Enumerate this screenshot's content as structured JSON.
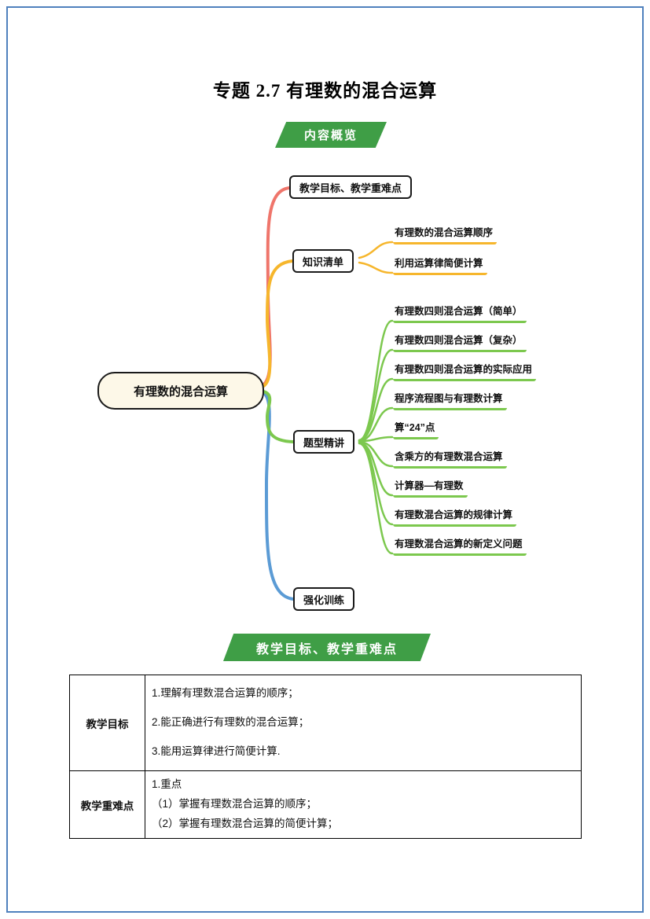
{
  "page": {
    "title": "专题 2.7 有理数的混合运算"
  },
  "colors": {
    "page_border": "#4f81bd",
    "banner_green": "#3f9e46",
    "node_fill": "#fdf8e8"
  },
  "banners": {
    "overview": "内容概览",
    "objectives": "教学目标、教学重难点"
  },
  "mindmap": {
    "root": "有理数的混合运算",
    "branches": [
      {
        "label": "教学目标、教学重难点",
        "color": "#ef756b",
        "children": []
      },
      {
        "label": "知识清单",
        "color": "#f6b62c",
        "children": [
          "有理数的混合运算顺序",
          "利用运算律简便计算"
        ]
      },
      {
        "label": "题型精讲",
        "color": "#7cc84e",
        "children": [
          "有理数四则混合运算（简单）",
          "有理数四则混合运算（复杂）",
          "有理数四则混合运算的实际应用",
          "程序流程图与有理数计算",
          "算“24”点",
          "含乘方的有理数混合运算",
          "计算器—有理数",
          "有理数混合运算的规律计算",
          "有理数混合运算的新定义问题"
        ]
      },
      {
        "label": "强化训练",
        "color": "#5b9bd5",
        "children": []
      }
    ]
  },
  "table": {
    "rows": [
      {
        "header": "教学目标",
        "lines": [
          "1.理解有理数混合运算的顺序；",
          "2.能正确进行有理数的混合运算；",
          "3.能用运算律进行简便计算."
        ]
      },
      {
        "header": "教学重难点",
        "lines": [
          "1.重点",
          "（1）掌握有理数混合运算的顺序；",
          "（2）掌握有理数混合运算的简便计算；"
        ]
      }
    ]
  }
}
